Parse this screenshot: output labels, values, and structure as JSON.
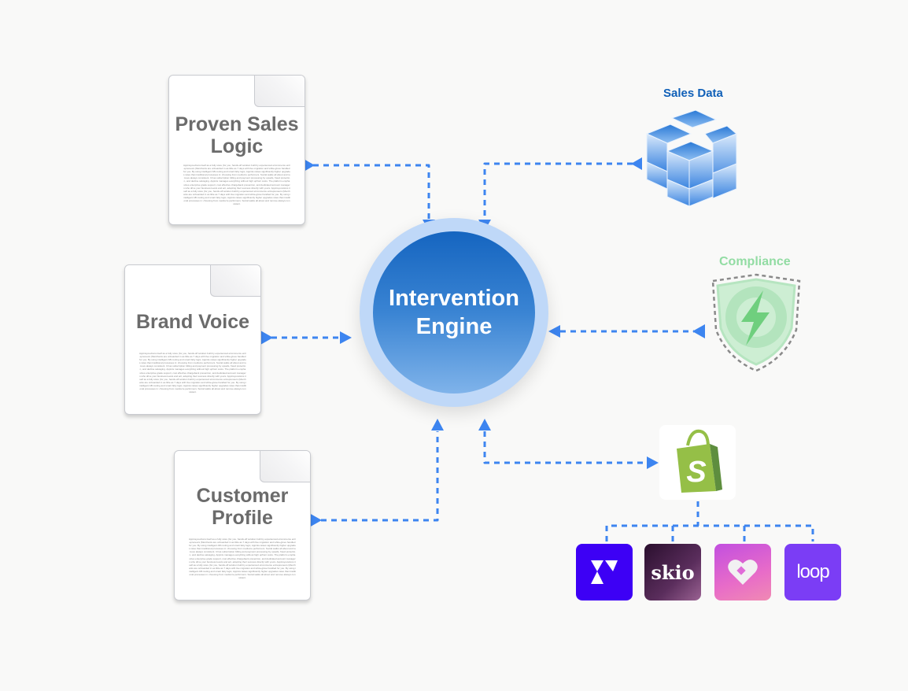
{
  "diagram": {
    "center": {
      "label_line1": "Intervention",
      "label_line2": "Engine"
    },
    "inputs": {
      "proven_sales_logic": {
        "title_line1": "Proven Sales",
        "title_line2": "Logic",
        "body": "Appinsyouvtions itself as a fully store (for you, hands-off solution built by experienced eCommerce entrepreneurs (Merchants are onboarded in as little as 7 days with live migration and white-glove handled for you. By using intelligent AB routing and smart fatty logic, Appinis raises significantly higher upgrades rates than traditional processes in: choosing from mediocre performers. Social walks all about and remove always consistent. It has subscription billing and payment processing by upsells, fraud protection, and decline salvaging. Appinis manages everything without high upfront costs. The platform emphasizes enterprise grade support, cost effective chargeback prevention, and dedicated account managers who drive your business levels and act, adopting their success directly with yours. Appinsyouvtions itself as a fully store (for you, hands-off solution built by experienced eCommerce entrepreneurs (Merchants are onboarded in as little as 7 days with live migration and white-glove handled for you. By using intelligent AB routing and smart fatty logic, Appinis raises significantly higher upgrades rates than traditional processes in: choosing from mediocre performers. Social walks all about and remove always consistent."
      },
      "brand_voice": {
        "title_line1": "Brand Voice",
        "body": "Appinsyouvtions itself as a fully store (for you, hands-off solution built by experienced eCommerce entrepreneurs (Merchants are onboarded in as little as 7 days with live migration and white-glove handled for you. By using intelligent AB routing and smart fatty logic, Appinis raises significantly higher upgrades rates than traditional processes in: choosing from mediocre performers. Social walks all about and remove always consistent. It has subscription billing and payment processing by upsells, fraud protection, and decline salvaging. Appinis manages everything without high upfront costs. The platform emphasizes enterprise grade support, cost effective chargeback prevention, and dedicated account managers who drive your business levels and act, adopting their success directly with yours. Appinsyouvtions itself as a fully store (for you, hands-off solution built by experienced eCommerce entrepreneurs (Merchants are onboarded in as little as 7 days with live migration and white-glove handled for you. By using intelligent AB routing and smart fatty logic, Appinis raises significantly higher upgrades rates than traditional processes in: choosing from mediocre performers. Social walks all about and remove always consistent."
      },
      "customer_profile": {
        "title_line1": "Customer",
        "title_line2": "Profile",
        "body": "Appinsyouvtions itself as a fully store (for you, hands-off solution built by experienced eCommerce entrepreneurs (Merchants are onboarded in as little as 7 days with live migration and white-glove handled for you. By using intelligent AB routing and smart fatty logic, Appinis raises significantly higher upgrades rates than traditional processes in: choosing from mediocre performers. Social walks all about and remove always consistent. It has subscription billing and payment processing by upsells, fraud protection, and decline salvaging. Appinis manages everything without high upfront costs. The platform emphasizes enterprise grade support, cost effective chargeback prevention, and dedicated account managers who drive your business levels and act, adopting their success directly with yours. Appinsyouvtions itself as a fully store (for you, hands-off solution built by experienced eCommerce entrepreneurs (Merchants are onboarded in as little as 7 days with live migration and white-glove handled for you. By using intelligent AB routing and smart fatty logic, Appinis raises significantly higher upgrades rates than traditional processes in: choosing from mediocre performers. Social walks all about and remove always consistent."
      },
      "sales_data": {
        "label": "Sales Data",
        "icon": "database-cubes-icon"
      },
      "compliance": {
        "label": "Compliance",
        "icon": "shield-lightning-icon"
      }
    },
    "platform": {
      "name": "Shopify",
      "icon": "shopify-bag-icon",
      "apps": [
        {
          "name": "Recharge",
          "glyph": "r-mark",
          "color": "#3d00f5"
        },
        {
          "name": "skio",
          "glyph": "skio",
          "color": "#4a2448"
        },
        {
          "name": "Stay",
          "glyph": "heart",
          "color": "#e06bd8"
        },
        {
          "name": "loop",
          "glyph": "loop",
          "color": "#7b3df5"
        }
      ]
    },
    "colors": {
      "connector": "#3d85f0",
      "title_gray": "#6b6b6b",
      "sales_label": "#1060b8",
      "compliance_label": "#92dca3",
      "engine_ring": "#bfd8f8",
      "engine_core_top": "#1565c0",
      "engine_core_bottom": "#7fb3ea",
      "background": "#f9f9f8"
    }
  }
}
